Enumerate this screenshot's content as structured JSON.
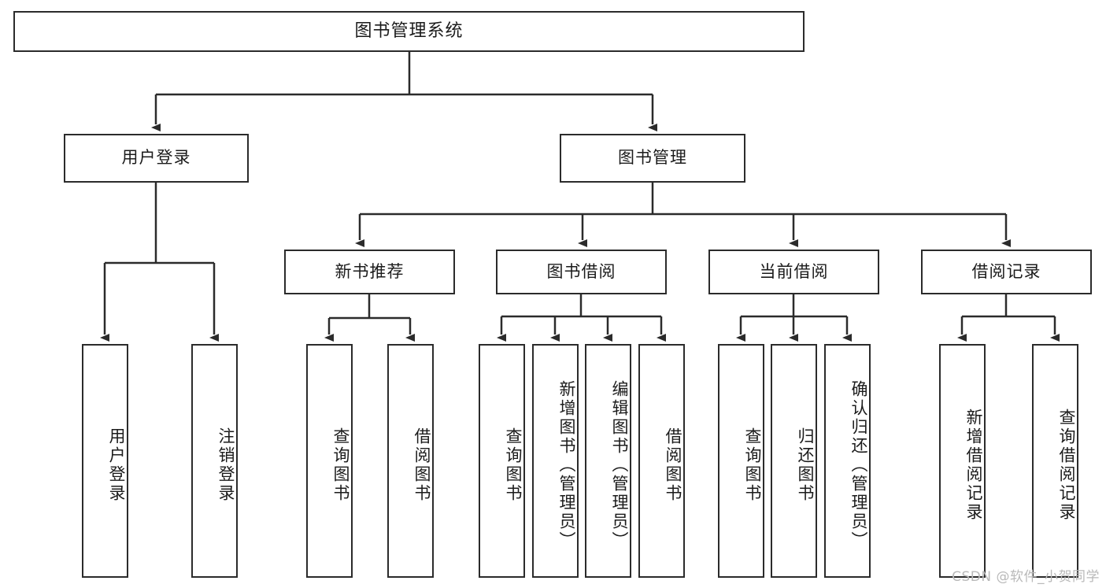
{
  "title": "图书管理系统",
  "watermark": "CSDN @软件_小贺同学",
  "diagram": {
    "type": "tree",
    "orientation": "top-down",
    "root": {
      "label": "图书管理系统"
    },
    "level2": [
      {
        "label": "用户登录"
      },
      {
        "label": "图书管理"
      }
    ],
    "level3": [
      {
        "label": "新书推荐"
      },
      {
        "label": "图书借阅"
      },
      {
        "label": "当前借阅"
      },
      {
        "label": "借阅记录"
      }
    ],
    "leaves": {
      "user_login": [
        {
          "label": "用户登录"
        },
        {
          "label": "注销登录"
        }
      ],
      "new_book_recommend": [
        {
          "label": "查询图书"
        },
        {
          "label": "借阅图书"
        }
      ],
      "book_borrow": [
        {
          "label": "查询图书"
        },
        {
          "label": "新增图书（管理员）"
        },
        {
          "label": "编辑图书（管理员）"
        },
        {
          "label": "借阅图书"
        }
      ],
      "current_borrow": [
        {
          "label": "查询图书"
        },
        {
          "label": "归还图书"
        },
        {
          "label": "确认归还（管理员）"
        }
      ],
      "borrow_record": [
        {
          "label": "新增借阅记录"
        },
        {
          "label": "查询借阅记录"
        }
      ]
    }
  },
  "colors": {
    "stroke": "#2b2b2b",
    "fill": "#ffffff",
    "text": "#1b1b1b",
    "watermark": "#b9b9b9"
  }
}
